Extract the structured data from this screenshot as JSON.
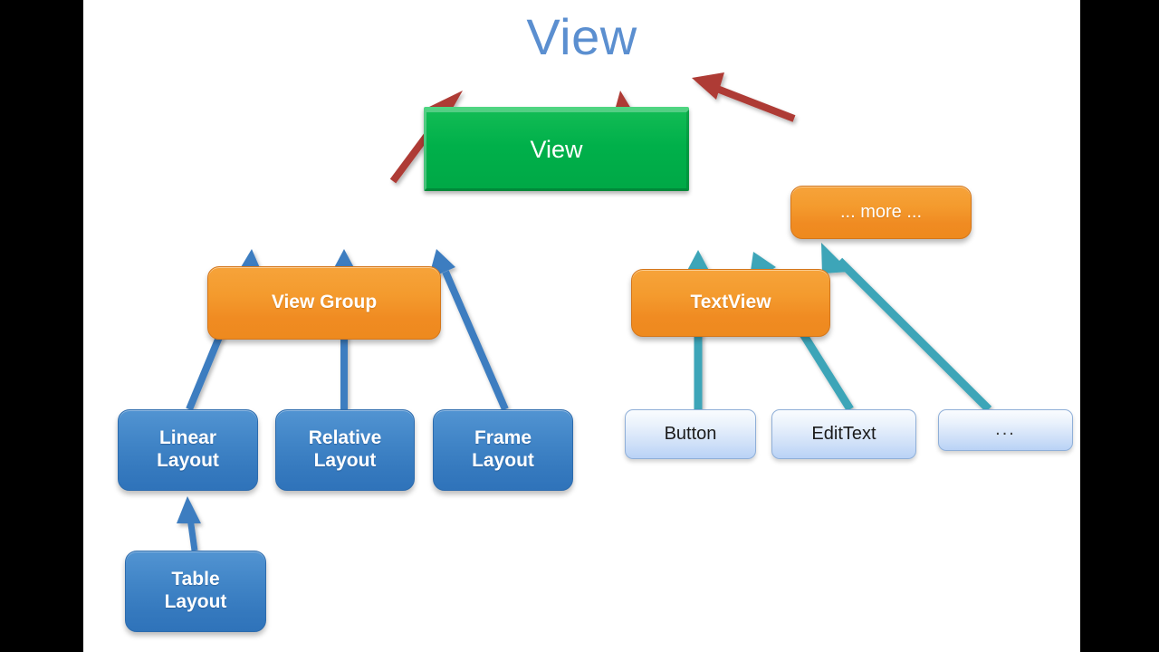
{
  "page": {
    "title": "View",
    "background": "#ffffff",
    "letterbox_color": "#000000"
  },
  "colors": {
    "title_blue": "#5B8FD0",
    "root_green": "#00B04A",
    "group_orange": "#F09023",
    "layout_blue": "#3A7FC3",
    "widget_lightblue": "#CFE0F8",
    "arrow_red": "#AE3A34",
    "arrow_blue": "#3E7DC0",
    "arrow_teal": "#3DA5B8"
  },
  "nodes": {
    "root": {
      "label": "View",
      "type": "root",
      "color": "#00B04A"
    },
    "view_group": {
      "label": "View Group",
      "type": "group",
      "color": "#F09023"
    },
    "text_view": {
      "label": "TextView",
      "type": "group",
      "color": "#F09023"
    },
    "more": {
      "label": "... more ...",
      "type": "group",
      "color": "#F09023"
    },
    "layouts": [
      {
        "label": "Linear\nLayout",
        "color": "#3A7FC3"
      },
      {
        "label": "Relative\nLayout",
        "color": "#3A7FC3"
      },
      {
        "label": "Frame\nLayout",
        "color": "#3A7FC3"
      },
      {
        "label": "Table\nLayout",
        "color": "#3A7FC3"
      }
    ],
    "widgets": [
      {
        "label": "Button",
        "color": "#CFE0F8"
      },
      {
        "label": "EditText",
        "color": "#CFE0F8"
      },
      {
        "label": "...",
        "color": "#CFE0F8"
      }
    ]
  },
  "edges": [
    {
      "from": "View Group",
      "to": "View",
      "color": "#AE3A34"
    },
    {
      "from": "TextView",
      "to": "View",
      "color": "#AE3A34"
    },
    {
      "from": "... more ...",
      "to": "View",
      "color": "#AE3A34"
    },
    {
      "from": "Linear Layout",
      "to": "View Group",
      "color": "#3E7DC0"
    },
    {
      "from": "Relative Layout",
      "to": "View Group",
      "color": "#3E7DC0"
    },
    {
      "from": "Frame Layout",
      "to": "View Group",
      "color": "#3E7DC0"
    },
    {
      "from": "Table Layout",
      "to": "Linear Layout",
      "color": "#3E7DC0"
    },
    {
      "from": "Button",
      "to": "TextView",
      "color": "#3DA5B8"
    },
    {
      "from": "EditText",
      "to": "TextView",
      "color": "#3DA5B8"
    },
    {
      "from": "...",
      "to": "TextView",
      "color": "#3DA5B8"
    }
  ]
}
